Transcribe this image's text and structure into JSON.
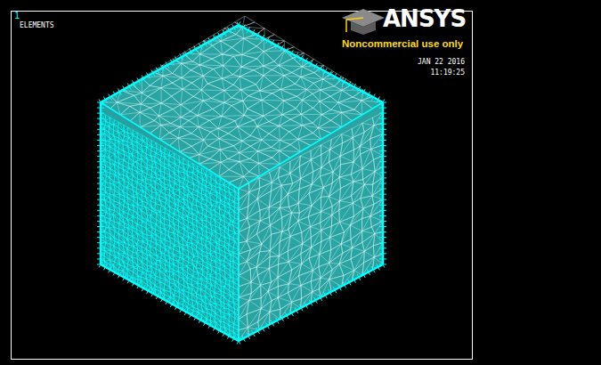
{
  "diagram": {
    "labels": [
      "1",
      "ELEMENTS",
      "ANSYS",
      "Noncommercial use only",
      "JAN 22 2016",
      "11:19:25"
    ]
  }
}
